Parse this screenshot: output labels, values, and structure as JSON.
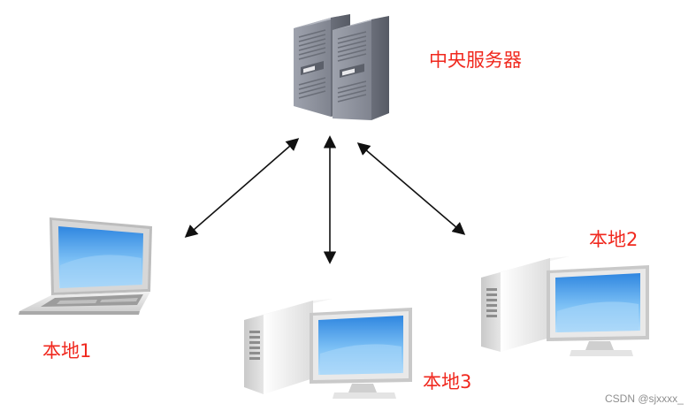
{
  "nodes": {
    "server": {
      "label": "中央服务器"
    },
    "local1": {
      "label": "本地1"
    },
    "local2": {
      "label": "本地2"
    },
    "local3": {
      "label": "本地3"
    }
  },
  "watermark": "CSDN @sjxxxx_",
  "colors": {
    "label": "#f0281e",
    "arrow": "#111111",
    "screen": "#5aa9ef",
    "case": "#e8e8e8",
    "server_body": "#7b7f8c"
  },
  "icons": {
    "server": "server-tower-icon",
    "local1": "laptop-icon",
    "local2": "desktop-computer-icon",
    "local3": "desktop-computer-icon"
  }
}
